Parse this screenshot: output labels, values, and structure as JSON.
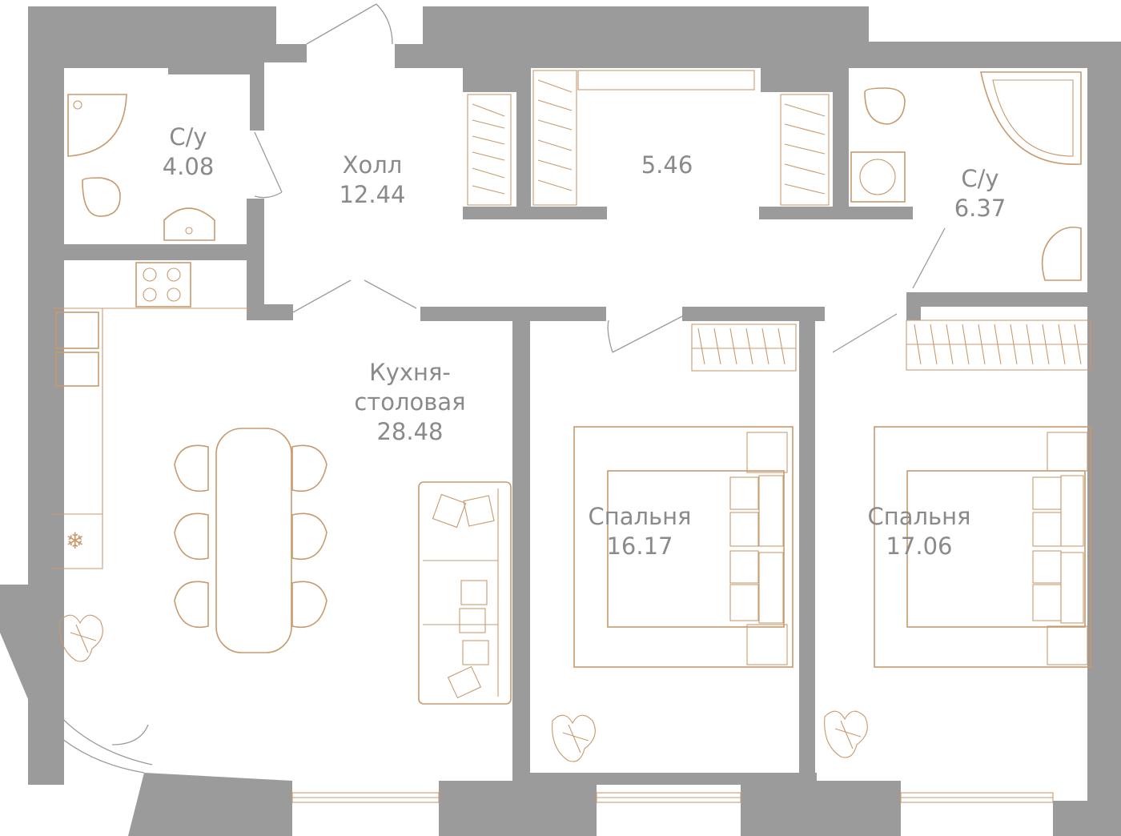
{
  "rooms": [
    {
      "id": "bath1",
      "name": "С/у",
      "area": "4.08"
    },
    {
      "id": "hall",
      "name": "Холл",
      "area": "12.44"
    },
    {
      "id": "closet",
      "name": "",
      "area": "5.46"
    },
    {
      "id": "bath2",
      "name": "С/у",
      "area": "6.37"
    },
    {
      "id": "kitchen",
      "name_line1": "Кухня-",
      "name_line2": "столовая",
      "area": "28.48"
    },
    {
      "id": "bed1",
      "name": "Спальня",
      "area": "16.17"
    },
    {
      "id": "bed2",
      "name": "Спальня",
      "area": "17.06"
    }
  ],
  "colors": {
    "wall": "#9b9b9b",
    "furniture": "#c89a6e",
    "label": "#8a8a8a"
  }
}
